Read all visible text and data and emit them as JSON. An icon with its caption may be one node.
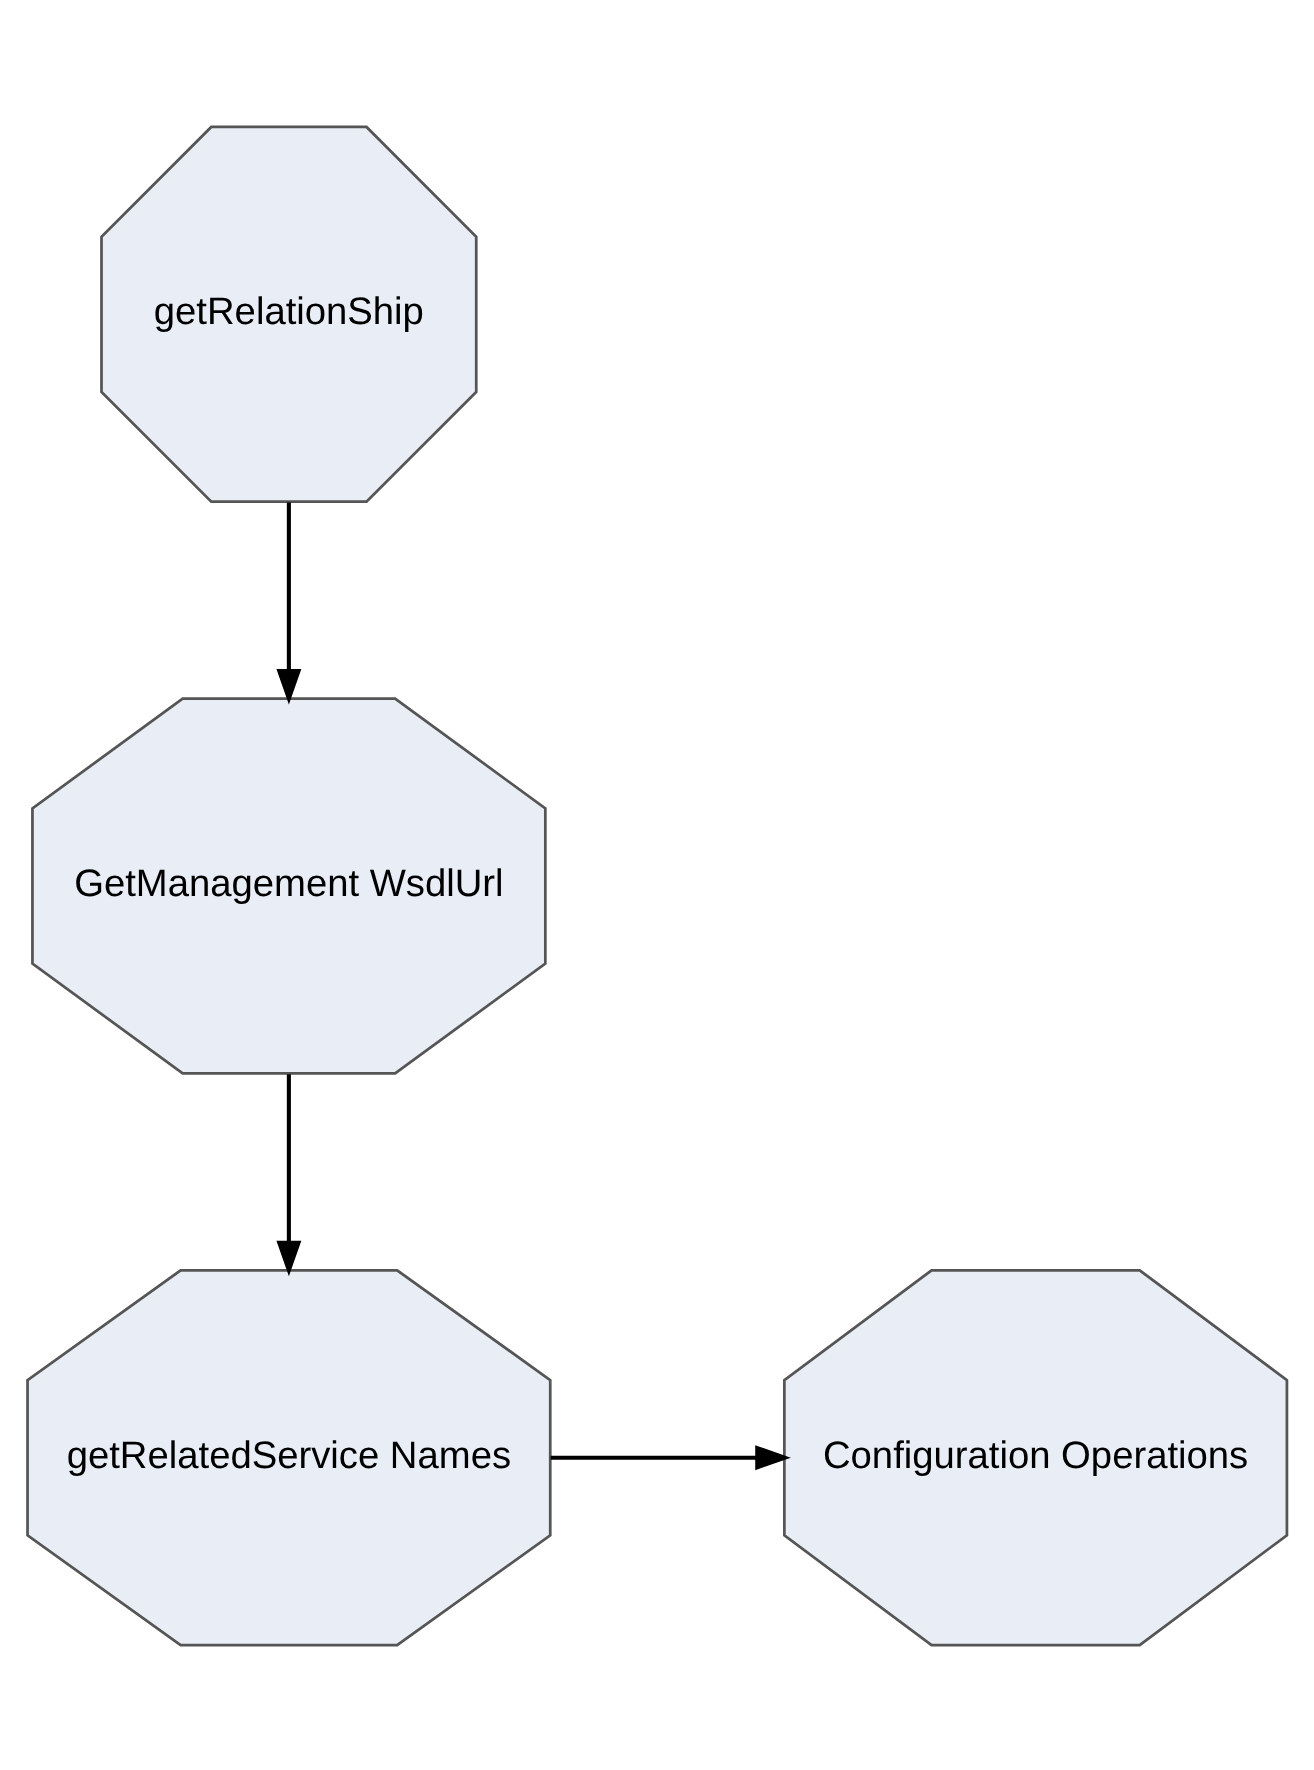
{
  "diagram": {
    "nodes": [
      {
        "text": [
          "getRelationShip"
        ]
      },
      {
        "text": [
          "GetManagement WsdlUrl"
        ]
      },
      {
        "text": [
          "getRelatedService Names"
        ]
      },
      {
        "text": [
          "Configuration Operations"
        ]
      }
    ],
    "edges": [
      {
        "from": 0,
        "to": 1,
        "arrow": "to"
      },
      {
        "from": 1,
        "to": 2,
        "arrow": "to"
      },
      {
        "from": 2,
        "to": 3,
        "arrow": "to"
      }
    ]
  }
}
